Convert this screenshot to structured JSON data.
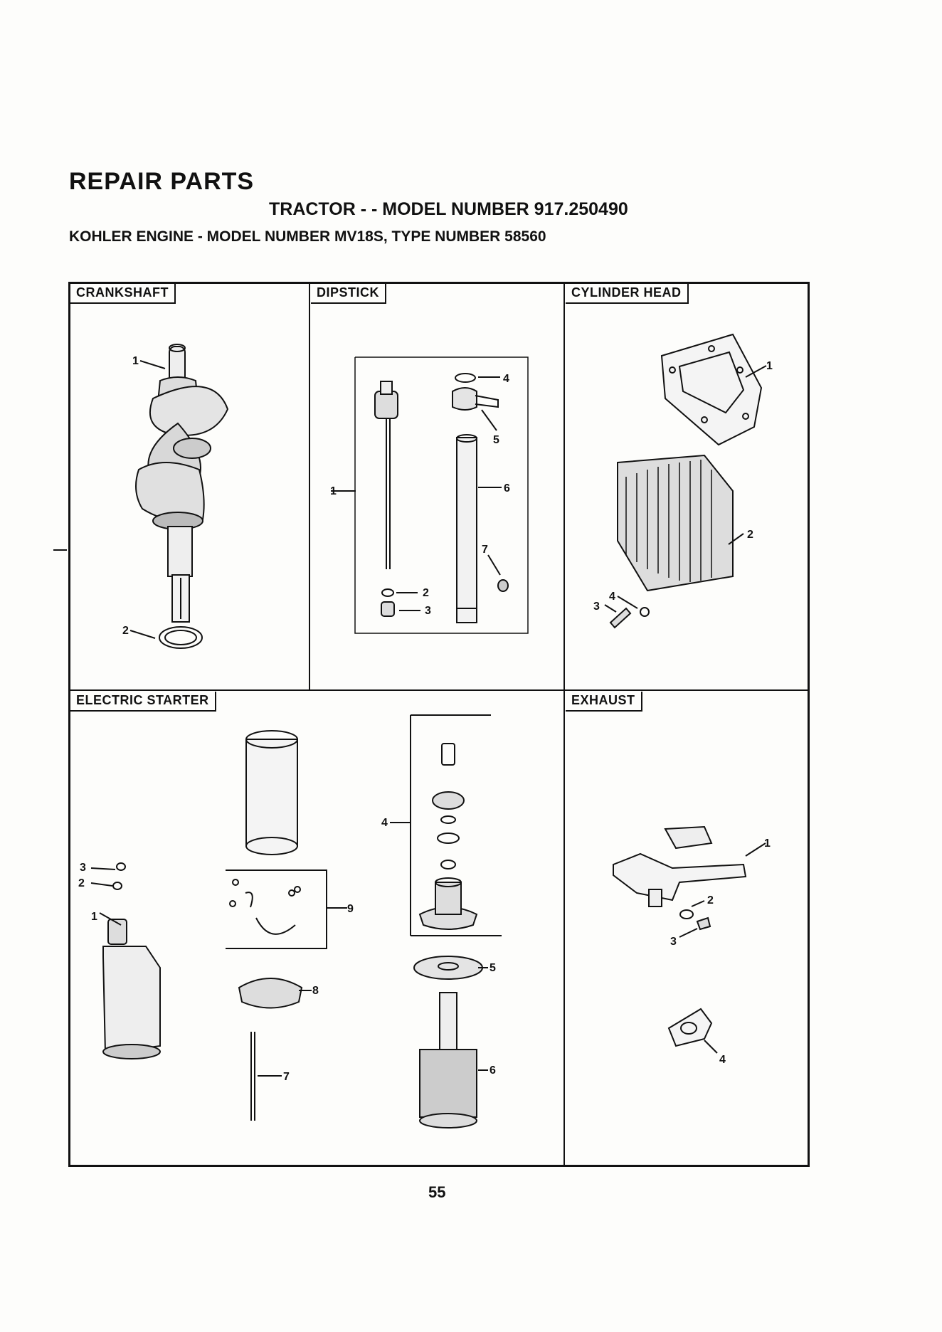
{
  "header": {
    "title": "REPAIR PARTS",
    "subtitle": "TRACTOR - - MODEL NUMBER 917.250490",
    "engine_line": "KOHLER ENGINE - MODEL NUMBER MV18S, TYPE NUMBER 58560"
  },
  "panels": {
    "crankshaft": {
      "title": "CRANKSHAFT",
      "callouts": [
        "1",
        "2"
      ]
    },
    "dipstick": {
      "title": "DIPSTICK",
      "callouts": [
        "1",
        "2",
        "3",
        "4",
        "5",
        "6",
        "7"
      ]
    },
    "cylinder_head": {
      "title": "CYLINDER HEAD",
      "callouts": [
        "1",
        "2",
        "3",
        "4"
      ]
    },
    "electric_starter": {
      "title": "ELECTRIC STARTER",
      "callouts": [
        "1",
        "2",
        "3",
        "4",
        "5",
        "6",
        "7",
        "8",
        "9"
      ]
    },
    "exhaust": {
      "title": "EXHAUST",
      "callouts": [
        "1",
        "2",
        "3",
        "4"
      ]
    }
  },
  "footer": {
    "page_number": "55"
  }
}
